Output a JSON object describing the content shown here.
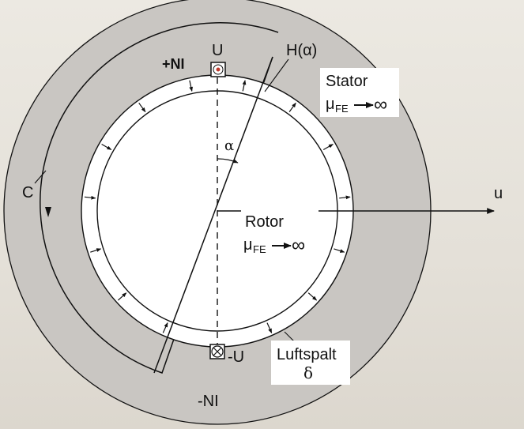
{
  "labels": {
    "u_top": "U",
    "plus_ni": "+NI",
    "h_alpha": "H(α)",
    "stator": "Stator",
    "mu": "μ",
    "fe": "FE",
    "infinity": "∞",
    "c": "C",
    "alpha": "α",
    "u_axis": "u",
    "rotor": "Rotor",
    "minus_u": "-U",
    "luftspalt": "Luftspalt",
    "delta": "δ",
    "minus_ni": "-NI"
  },
  "colors": {
    "stator": "#c9c6c2",
    "gap": "#ffffff",
    "rotor": "#ffffff",
    "line": "#111111",
    "conductor_dot": "#c0392b"
  }
}
